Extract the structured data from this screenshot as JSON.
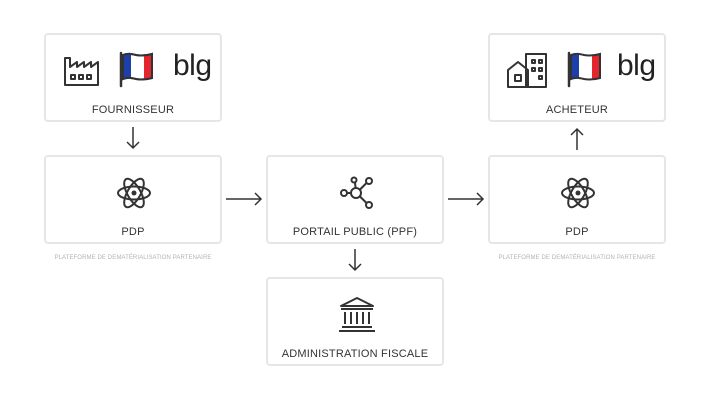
{
  "nodes": {
    "supplier": {
      "label": "FOURNISSEUR",
      "brand": "blg"
    },
    "buyer": {
      "label": "ACHETEUR",
      "brand": "blg"
    },
    "pdp_left": {
      "label": "PDP",
      "caption": "PLATEFORME DE DEMATÉRIALISATION PARTENAIRE"
    },
    "pdp_right": {
      "label": "PDP",
      "caption": "PLATEFORME DE DEMATÉRIALISATION PARTENAIRE"
    },
    "portal": {
      "label": "PORTAIL PUBLIC (PPF)"
    },
    "tax_admin": {
      "label": "ADMINISTRATION FISCALE"
    }
  },
  "colors": {
    "border": "#e6e6e6",
    "icon": "#333333",
    "flag_blue": "#1f3fa8",
    "flag_red": "#e3262e",
    "caption": "#b3b3b3"
  },
  "icons": {
    "supplier": [
      "factory-icon",
      "french-flag-icon"
    ],
    "buyer": [
      "office-building-icon",
      "french-flag-icon"
    ],
    "pdp": "atom-icon",
    "portal": "network-hub-icon",
    "tax_admin": "government-building-icon"
  }
}
